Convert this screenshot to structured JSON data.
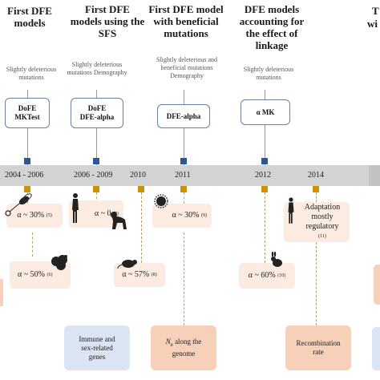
{
  "columns": [
    {
      "title": "First DFE models",
      "subtitle": "Slightly deleterious mutations",
      "method": [
        "DoFE",
        "MKTest"
      ],
      "year": "2004 - 2006"
    },
    {
      "title": "First DFE models using the SFS",
      "subtitle": "Slightly deleterious mutations Demography",
      "method": [
        "DoFE",
        "DFE-alpha"
      ],
      "year": "2006 - 2009"
    },
    {
      "title": "First DFE model with beneficial mutations",
      "subtitle": "Slightly deleterious and beneficial mutations Demography",
      "method": [
        "DFE-alpha"
      ],
      "year": "2011"
    },
    {
      "title": "DFE models accounting for the effect of linkage",
      "subtitle": "Slightly deleterious mutations",
      "method": [
        "α MK"
      ],
      "year": "2012"
    },
    {
      "title_partial": "T",
      "title_partial2": "wi"
    }
  ],
  "extra_years": [
    "2010",
    "2014"
  ],
  "results": [
    {
      "text": "α ~ 30%",
      "ref": "(5)"
    },
    {
      "text": "α ~ 0",
      "ref": "(7)"
    },
    {
      "text": "α ~ 30%",
      "ref": "(9)"
    },
    {
      "text": "Adaptation mostly regulatory",
      "ref": "(11)"
    },
    {
      "text": "α ~ 50%",
      "ref": "(6)"
    },
    {
      "text": "α ~ 57%",
      "ref": "(8)"
    },
    {
      "text": "α ~ 60%",
      "ref": "(10)"
    }
  ],
  "bottom_boxes": [
    {
      "line1": "Immune and",
      "line2": "sex-related",
      "line3": "genes",
      "color": "#dbe4f3"
    },
    {
      "line1": "N",
      "line1_sub": "e",
      "line2": " along the",
      "line3": "genome",
      "color": "#f6d0b8"
    },
    {
      "line1": "Recombination",
      "line2": "rate",
      "color": "#f6d0b8"
    }
  ],
  "colors": {
    "blue_marker": "#2f5597",
    "gold_marker": "#c9940a",
    "band": "#d3d3d3",
    "result_box": "#fbebe0"
  }
}
